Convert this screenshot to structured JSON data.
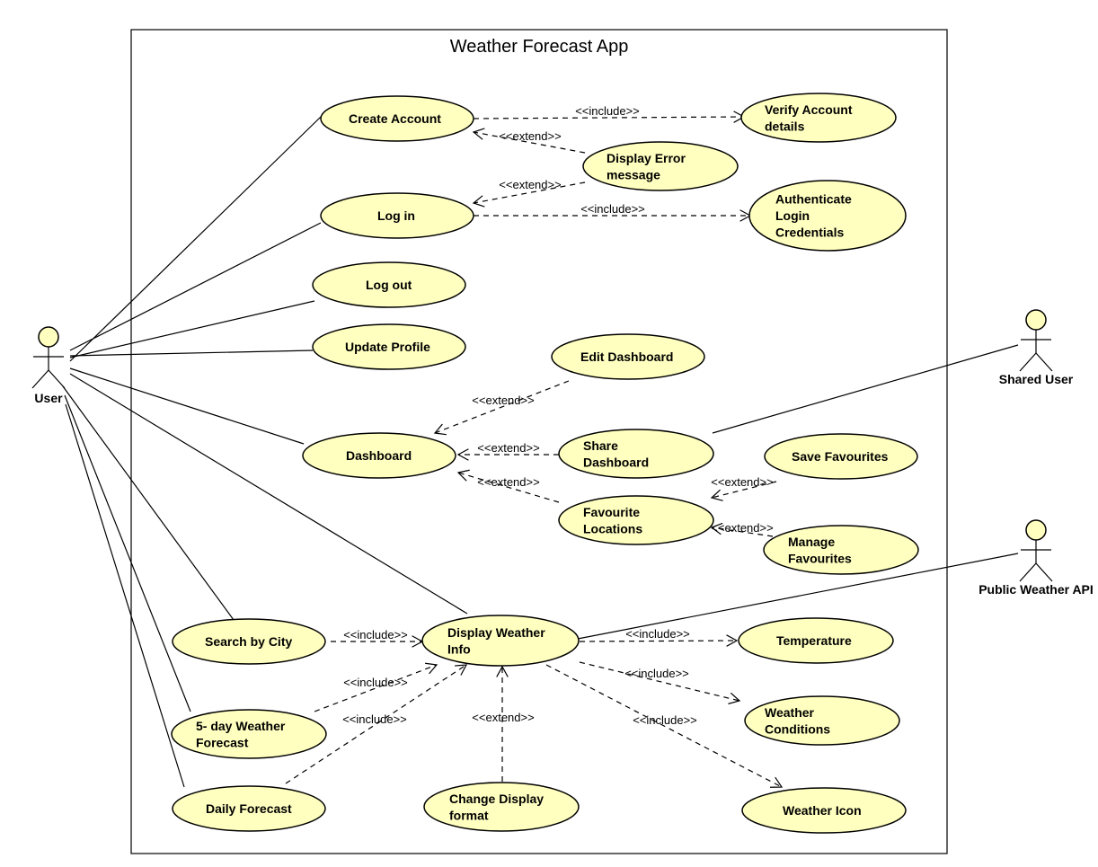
{
  "diagram": {
    "system_title": "Weather Forecast App",
    "actors": {
      "user": "User",
      "shared_user": "Shared User",
      "public_api": "Public Weather API"
    },
    "use_cases": {
      "create_account": [
        "Create Account"
      ],
      "verify_account": [
        "Verify Account",
        "details"
      ],
      "display_error": [
        "Display Error",
        "message"
      ],
      "log_in": [
        "Log in"
      ],
      "authenticate": [
        "Authenticate",
        "Login",
        "Credentials"
      ],
      "log_out": [
        "Log out"
      ],
      "update_profile": [
        "Update Profile"
      ],
      "edit_dashboard": [
        "Edit Dashboard"
      ],
      "dashboard": [
        "Dashboard"
      ],
      "share_dashboard": [
        "Share",
        "Dashboard"
      ],
      "save_favourites": [
        "Save Favourites"
      ],
      "favourite_locations": [
        "Favourite",
        "Locations"
      ],
      "manage_favourites": [
        "Manage",
        "Favourites"
      ],
      "search_by_city": [
        "Search by City"
      ],
      "display_weather": [
        "Display Weather",
        "Info"
      ],
      "temperature": [
        "Temperature"
      ],
      "five_day": [
        "5- day Weather",
        "Forecast"
      ],
      "weather_conditions": [
        "Weather",
        "Conditions"
      ],
      "daily_forecast": [
        "Daily Forecast"
      ],
      "change_display": [
        "Change Display",
        "format"
      ],
      "weather_icon": [
        "Weather Icon"
      ]
    },
    "relations": {
      "include": "<<include>>",
      "extend": "<<extend>>"
    }
  }
}
